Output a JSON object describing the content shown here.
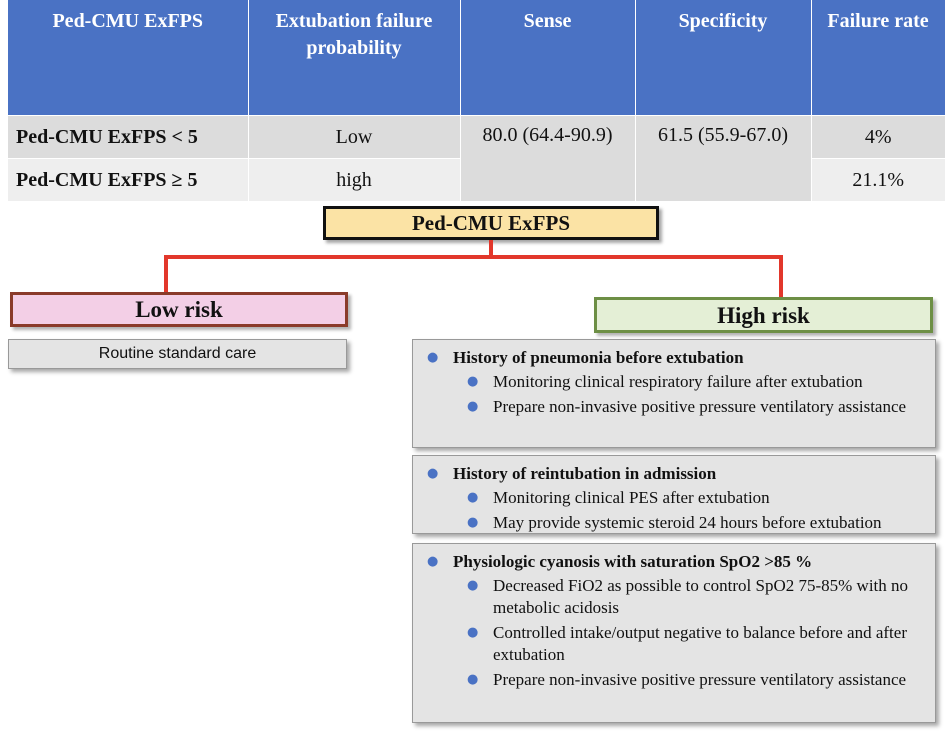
{
  "table": {
    "headers": [
      "Ped-CMU ExFPS",
      "Extubation failure probability",
      "Sense",
      "Specificity",
      "Failure rate"
    ],
    "rows": [
      {
        "score": "Ped-CMU ExFPS  < 5",
        "probability": "Low",
        "failure_rate": "4%"
      },
      {
        "score": "Ped-CMU ExFPS  ≥ 5",
        "probability": "high",
        "failure_rate": "21.1%"
      }
    ],
    "sense": "80.0 (64.4-90.9)",
    "specificity": "61.5 (55.9-67.0)"
  },
  "diagram": {
    "root": "Ped-CMU ExFPS",
    "low_risk": {
      "label": "Low risk",
      "action": "Routine standard care"
    },
    "high_risk": {
      "label": "High risk",
      "panels": [
        {
          "heading": "History of pneumonia before extubation",
          "items": [
            "Monitoring clinical respiratory failure after extubation",
            "Prepare non-invasive positive pressure ventilatory assistance"
          ]
        },
        {
          "heading": "History of reintubation in admission",
          "items": [
            "Monitoring clinical PES after extubation",
            "May provide systemic steroid 24 hours before extubation"
          ]
        },
        {
          "heading": "Physiologic cyanosis with saturation SpO2 >85 %",
          "items": [
            "Decreased FiO2 as possible to control SpO2 75-85% with no metabolic acidosis",
            "Controlled intake/output negative to balance before and after extubation",
            "Prepare non-invasive positive pressure ventilatory assistance"
          ]
        }
      ]
    }
  },
  "colors": {
    "header_blue": "#4a72c4",
    "connector_red": "#e2372b",
    "root_fill": "#fbe3a5",
    "low_fill": "#f3cfe6",
    "high_fill": "#e4efd6"
  }
}
